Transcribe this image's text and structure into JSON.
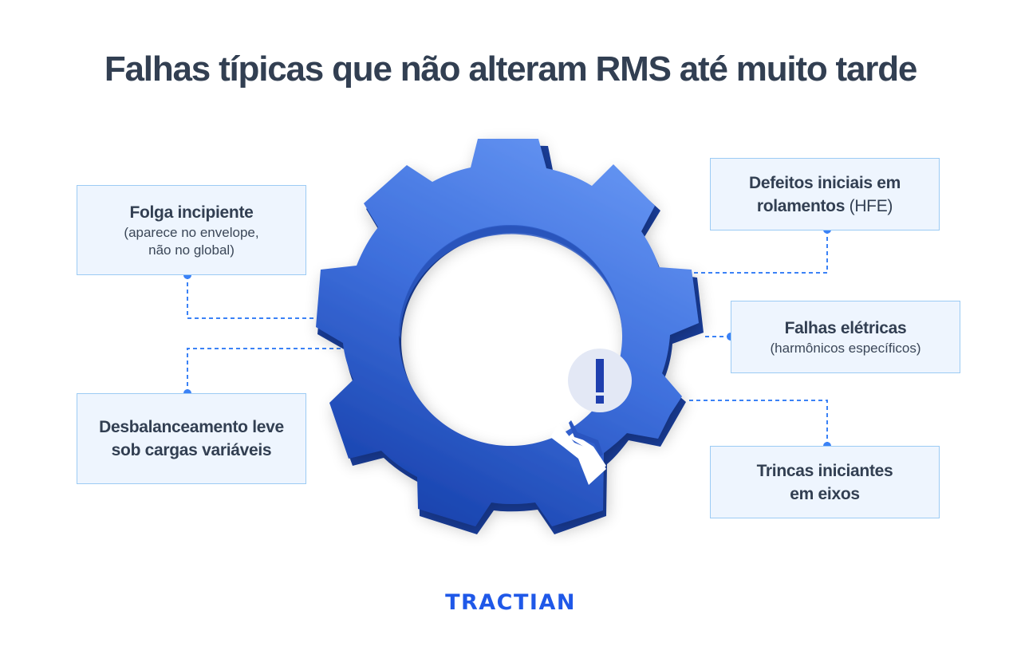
{
  "title": "Falhas típicas que não alteram RMS até muito tarde",
  "colors": {
    "title": "#323f52",
    "box_fill": "#eef5fe",
    "box_border": "#9ccbf4",
    "connector": "#3b82f6",
    "gear_light": "#6394f2",
    "gear_dark": "#1540a8",
    "alert_bg": "#e3e8f5",
    "alert_mark": "#1f3fae",
    "logo": "#1f58e8"
  },
  "left_items": [
    {
      "main": "Folga incipiente",
      "sub": "(aparece no envelope,\nnão no global)"
    },
    {
      "main": "Desbalanceamento leve sob cargas variáveis",
      "sub": ""
    }
  ],
  "right_items": [
    {
      "main": "Defeitos iniciais em rolamentos",
      "sub_inline": "(HFE)"
    },
    {
      "main": "Falhas elétricas",
      "sub": "(harmônicos específicos)"
    },
    {
      "main": "Trincas iniciantes em eixos",
      "sub": ""
    }
  ],
  "center": {
    "icon": "broken-gear-icon",
    "badge_icon": "exclamation-icon",
    "badge_text": "!"
  },
  "logo": "TRACTIAN"
}
